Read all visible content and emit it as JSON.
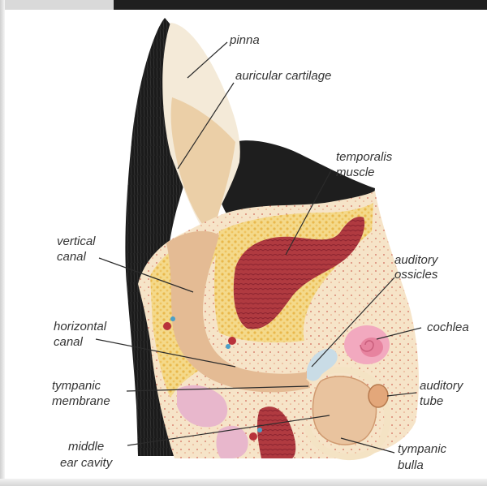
{
  "labels": {
    "pinna": "pinna",
    "auricular_cartilage": "auricular cartilage",
    "temporalis_line1": "temporalis",
    "temporalis_line2": "muscle",
    "vertical_line1": "vertical",
    "vertical_line2": "canal",
    "auditory_ossicles_line1": "auditory",
    "auditory_ossicles_line2": "ossicles",
    "horizontal_line1": "horizontal",
    "horizontal_line2": "canal",
    "cochlea": "cochlea",
    "tympanic_membrane_line1": "tympanic",
    "tympanic_membrane_line2": "membrane",
    "auditory_tube_line1": "auditory",
    "auditory_tube_line2": "tube",
    "middle_ear_line1": "middle",
    "middle_ear_line2": "ear cavity",
    "tympanic_bulla_line1": "tympanic",
    "tympanic_bulla_line2": "bulla"
  },
  "colors": {
    "fur": "#1b1b1b",
    "cartilage": "#f3e6cf",
    "canal": "#e2b992",
    "fat": "#f2d37a",
    "muscle": "#a8323a",
    "bone": "#f7ecd2",
    "cochlea": "#f0a8bd",
    "leader_line": "#2b2b2b"
  }
}
